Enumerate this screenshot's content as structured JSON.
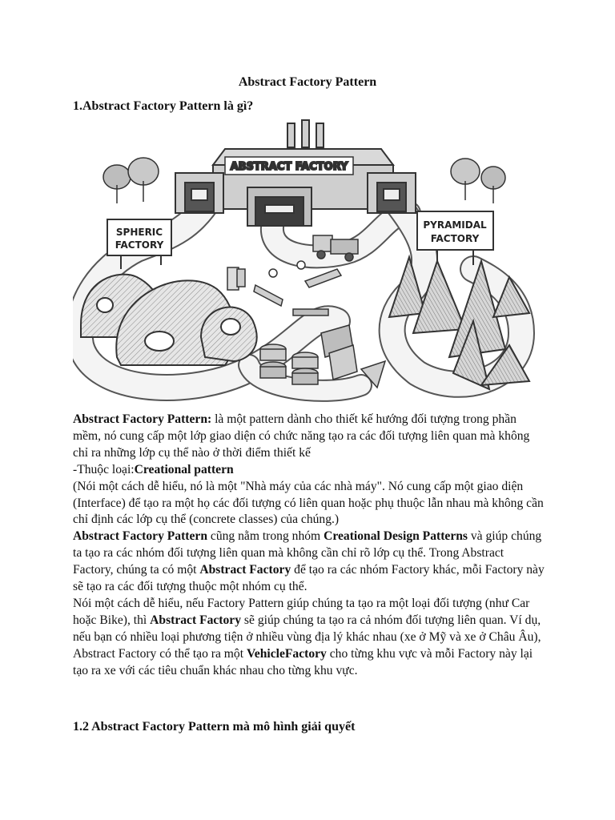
{
  "document": {
    "title": "Abstract Factory Pattern",
    "section1_heading": "1.Abstract Factory Pattern là gì?",
    "section2_heading": "1.2 Abstract Factory Pattern mà mô hình giải quyết"
  },
  "illustration": {
    "signs": {
      "abstract_factory": "ABSTRACT FACTORY",
      "spheric_1": "SPHERIC",
      "spheric_2": "FACTORY",
      "pyramidal_1": "PYRAMIDAL",
      "pyramidal_2": "FACTORY"
    }
  },
  "paragraphs": {
    "p1": {
      "bold": "Abstract Factory Pattern:",
      "text": " là một pattern dành cho thiết kế  hướng đối tượng trong phần mềm, nó cung cấp một lớp giao diện có chức năng tạo ra các đối tượng liên quan mà không chỉ ra những lớp cụ thể nào ở thời điểm thiết kế"
    },
    "p2": {
      "text": "-Thuộc loại:",
      "bold": "Creational pattern"
    },
    "p3": {
      "text": "(Nói một cách dễ hiểu, nó là một \"Nhà máy của các nhà máy\". Nó cung cấp một giao diện (Interface) để tạo ra một họ các đối tượng có liên quan hoặc phụ thuộc lẫn nhau mà không cần chỉ định các lớp cụ thể (concrete classes) của chúng.)"
    },
    "p4": {
      "b1": "Abstract Factory Pattern",
      "t1": " cũng nằm trong nhóm ",
      "b2": "Creational Design Patterns",
      "t2": " và giúp chúng ta tạo ra các nhóm đối tượng liên quan mà không cần chỉ rõ lớp cụ thể. Trong Abstract Factory, chúng ta có một ",
      "b3": "Abstract Factory",
      "t3": " để tạo ra các nhóm Factory khác, mỗi Factory này sẽ tạo ra các đối tượng thuộc một nhóm cụ thể."
    },
    "p5": {
      "t1": " Nói một cách dễ hiểu, nếu Factory Pattern giúp chúng ta tạo ra một loại đối tượng (như Car hoặc Bike), thì ",
      "b1": "Abstract Factory",
      "t2": " sẽ giúp chúng ta tạo ra cả nhóm đối tượng liên quan. Ví dụ, nếu bạn có nhiều loại phương tiện ở nhiều vùng địa lý khác nhau (xe ở Mỹ và xe ở Châu Âu), Abstract Factory có thể tạo ra một ",
      "b2": "VehicleFactory",
      "t3": " cho từng khu vực và mỗi Factory này lại tạo ra xe với các tiêu chuẩn khác nhau cho từng khu vực."
    }
  }
}
